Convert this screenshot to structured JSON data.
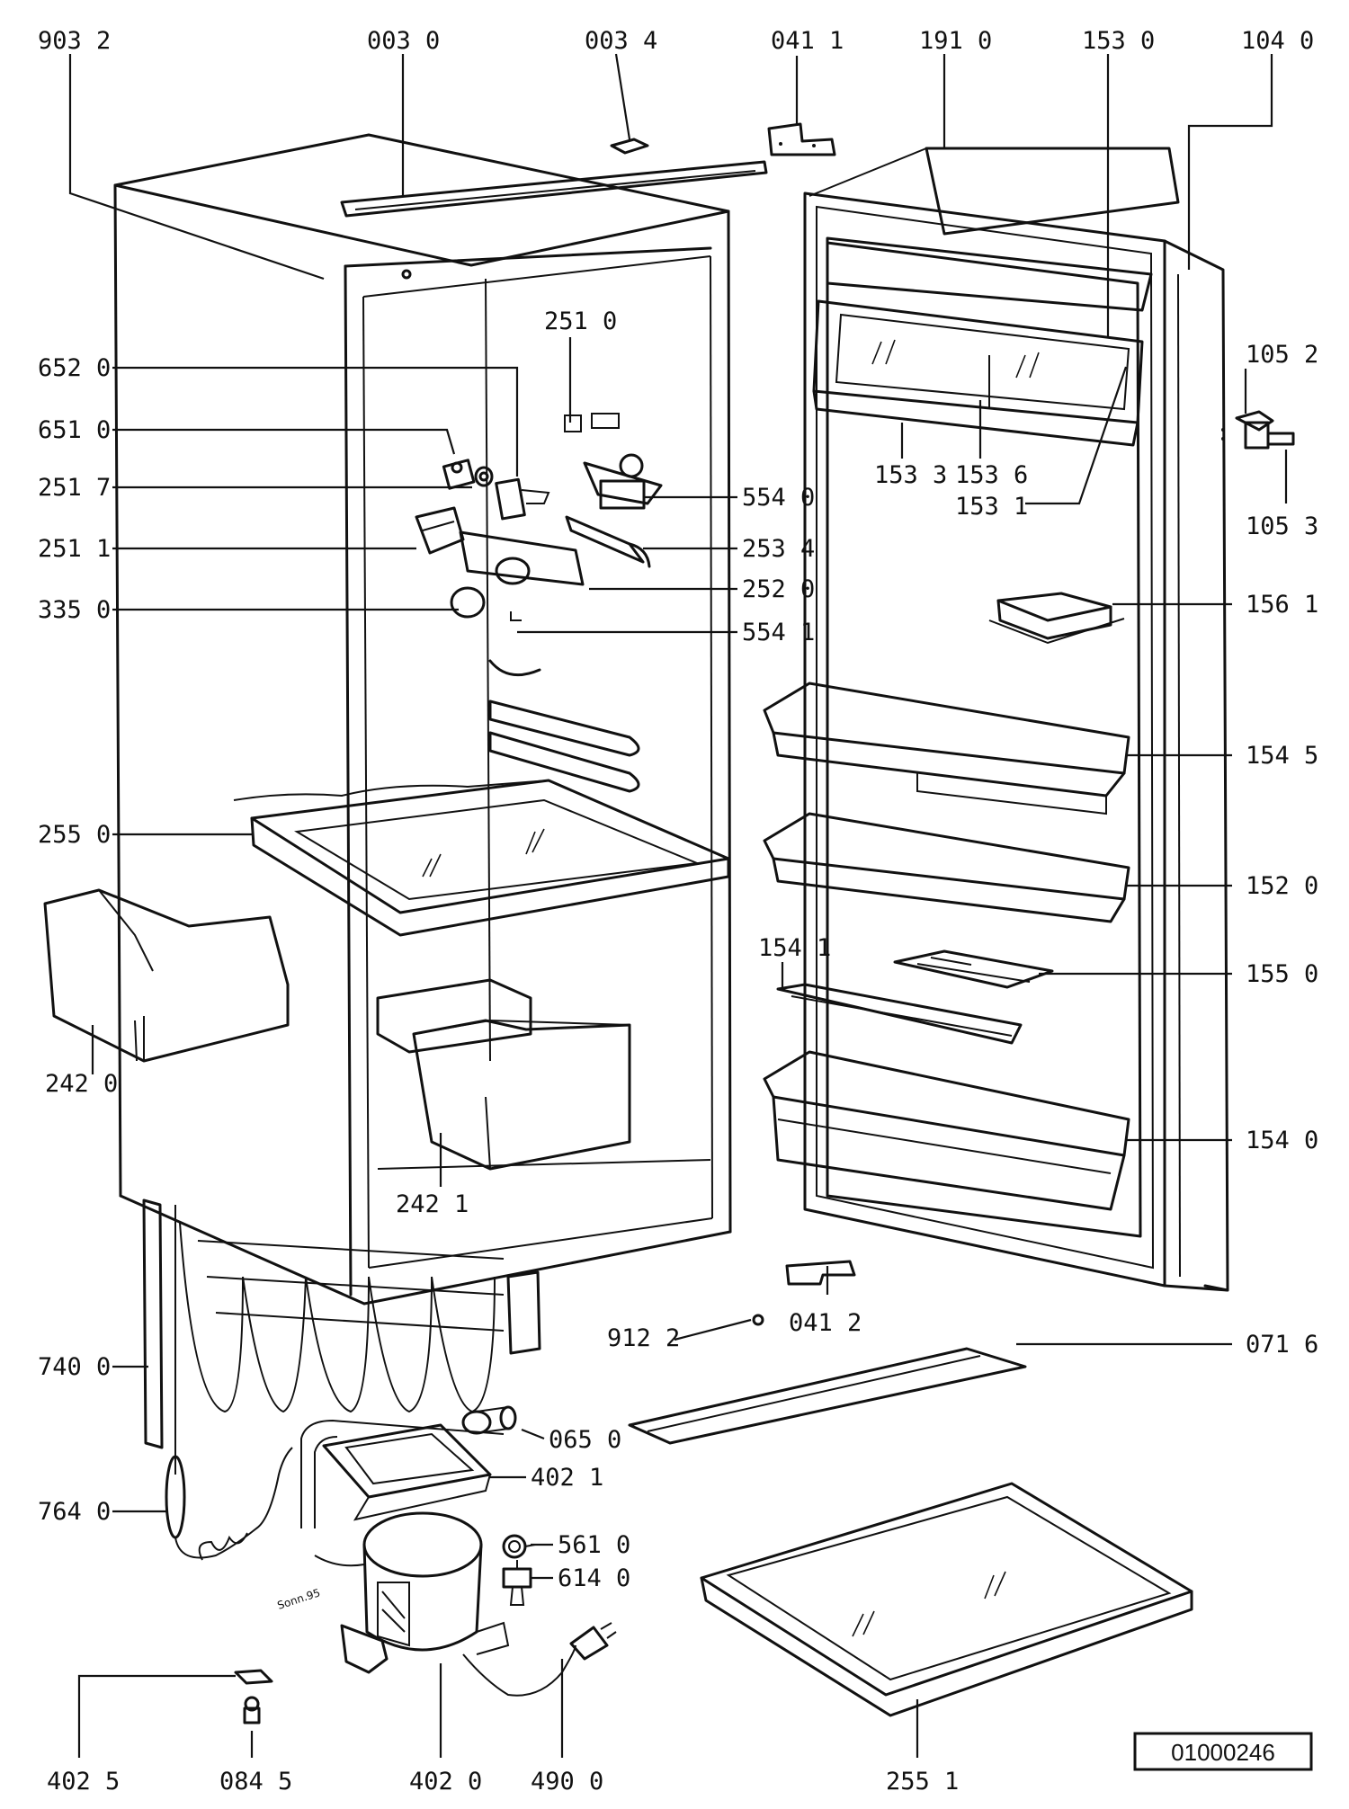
{
  "diagram": {
    "document_number": "01000246",
    "handwritten_note": "Sonn.95",
    "labels": {
      "p9032": "903 2",
      "p0030": "003 0",
      "p0034": "003 4",
      "p0411": "041 1",
      "p1910": "191 0",
      "p1530": "153 0",
      "p1040": "104 0",
      "p1052": "105 2",
      "p1053": "105 3",
      "p6520": "652 0",
      "p6510": "651 0",
      "p2517": "251 7",
      "p2511": "251 1",
      "p3350": "335 0",
      "p2510": "251 0",
      "p5540": "554 0",
      "p2534": "253 4",
      "p2520": "252 0",
      "p5541": "554 1",
      "p1533": "153 3",
      "p1536": "153 6",
      "p1531": "153 1",
      "p1561": "156 1",
      "p1545": "154 5",
      "p2550": "255 0",
      "p1520": "152 0",
      "p1541": "154 1",
      "p1550": "155 0",
      "p2420": "242 0",
      "p2421": "242 1",
      "p1540": "154 0",
      "p9122": "912 2",
      "p0412": "041 2",
      "p7400": "740 0",
      "p0716": "071 6",
      "p0650": "065 0",
      "p4021": "402 1",
      "p7640": "764 0",
      "p5610": "561 0",
      "p6140": "614 0",
      "p4025": "402 5",
      "p0845": "084 5",
      "p4020": "402 0",
      "p4900": "490 0",
      "p2551": "255 1"
    }
  }
}
